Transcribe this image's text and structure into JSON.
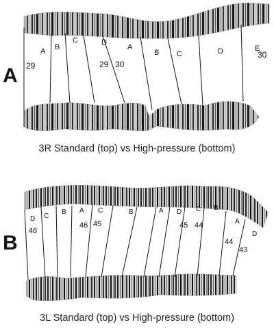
{
  "panels": [
    {
      "label": "A",
      "caption": "3R Standard (top) vs High-pressure (bottom)",
      "band_labels": [
        "A",
        "B",
        "C",
        "D",
        "A",
        "B",
        "C",
        "D",
        "E"
      ],
      "division_labels": [
        "29",
        "29",
        "30",
        "30"
      ]
    },
    {
      "label": "B",
      "caption": "3L Standard (top) vs High-pressure (bottom)",
      "band_labels": [
        "D",
        "C",
        "B",
        "A",
        "C",
        "B",
        "A",
        "D",
        "C",
        "B",
        "A",
        "D"
      ],
      "division_labels": [
        "46",
        "46",
        "45",
        "45",
        "44",
        "44",
        "43"
      ]
    }
  ],
  "colors": {
    "chromosome_light": "#cfcfcf",
    "chromosome_dark": "#222222",
    "line": "#111111"
  }
}
